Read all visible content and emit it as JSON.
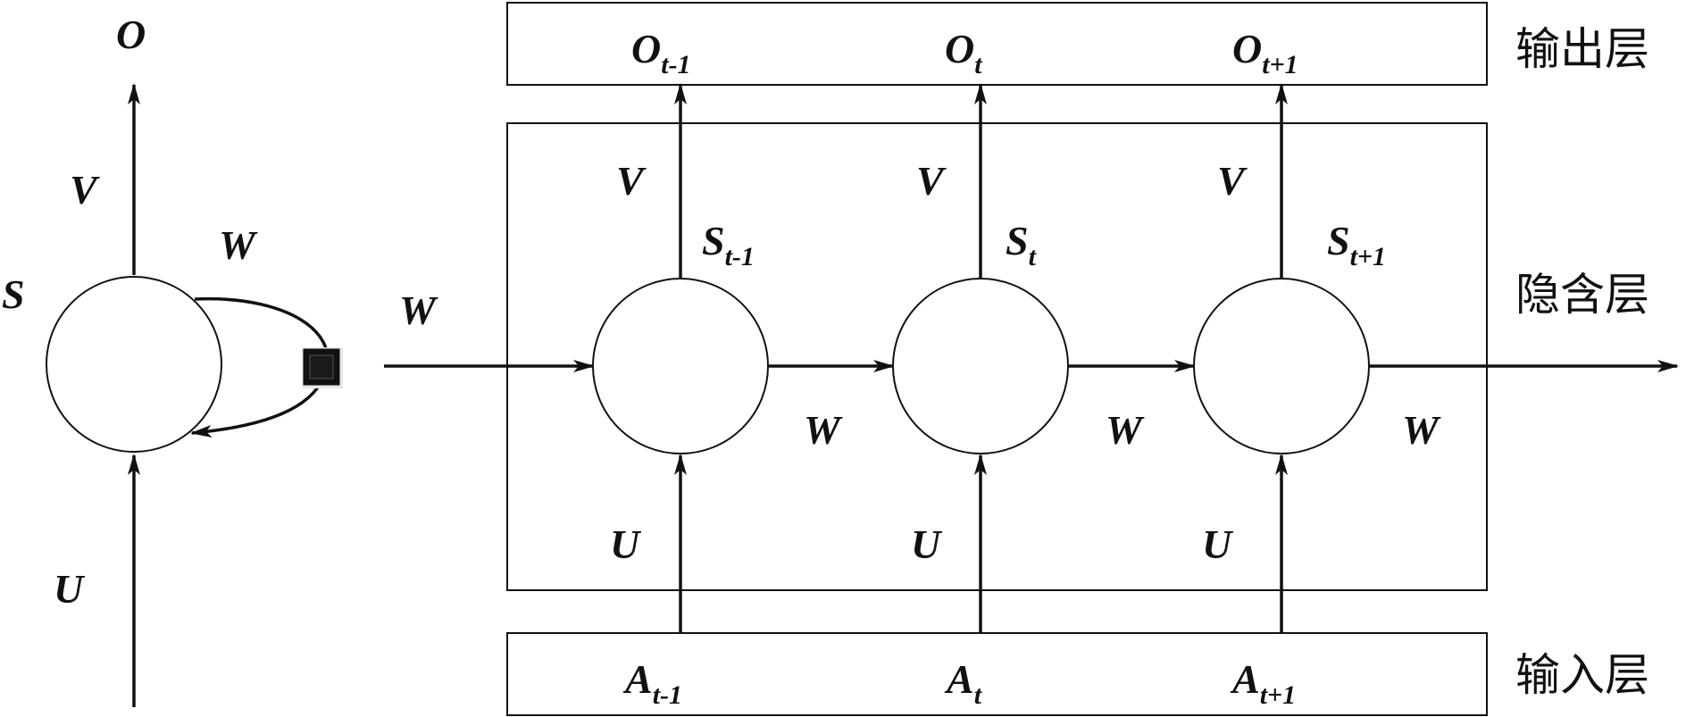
{
  "folded": {
    "output_label": "O",
    "v_label": "V",
    "w_label": "W",
    "state_label": "S",
    "u_label": "U"
  },
  "unrolled": {
    "w_in_label": "W",
    "steps": [
      {
        "output": "O",
        "output_sub": "t-1",
        "v": "V",
        "state": "S",
        "state_sub": "t-1",
        "w_out": "W",
        "u": "U",
        "input": "A",
        "input_sub": "t-1"
      },
      {
        "output": "O",
        "output_sub": "t",
        "v": "V",
        "state": "S",
        "state_sub": "t",
        "w_out": "W",
        "u": "U",
        "input": "A",
        "input_sub": "t"
      },
      {
        "output": "O",
        "output_sub": "t+1",
        "v": "V",
        "state": "S",
        "state_sub": "t+1",
        "w_out": "W",
        "u": "U",
        "input": "A",
        "input_sub": "t+1"
      }
    ]
  },
  "layers": {
    "output": "输出层",
    "hidden": "隐含层",
    "input": "输入层"
  }
}
